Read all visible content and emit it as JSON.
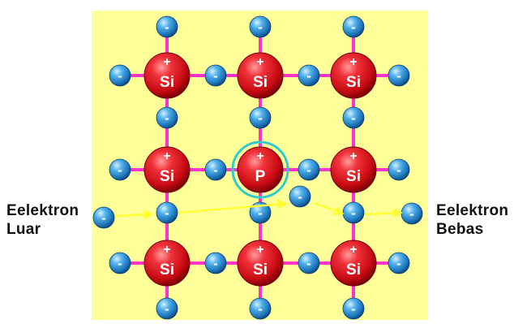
{
  "colors": {
    "background": "#FFFF99",
    "bond": "#FF33CC",
    "atom": "#E8141C",
    "electron": "#2E93D6",
    "arrow": "#FFFF33",
    "phosphorus_ring": "#33CCCC"
  },
  "lattice": {
    "rows": [
      [
        "Si",
        "Si",
        "Si"
      ],
      [
        "Si",
        "P",
        "Si"
      ],
      [
        "Si",
        "Si",
        "Si"
      ]
    ],
    "nucleus_sign": "+",
    "electron_sign": "-"
  },
  "labels": {
    "left": {
      "line1": "Eelektron",
      "line2": "Luar"
    },
    "right": {
      "line1": "Eelektron",
      "line2": "Bebas"
    }
  }
}
